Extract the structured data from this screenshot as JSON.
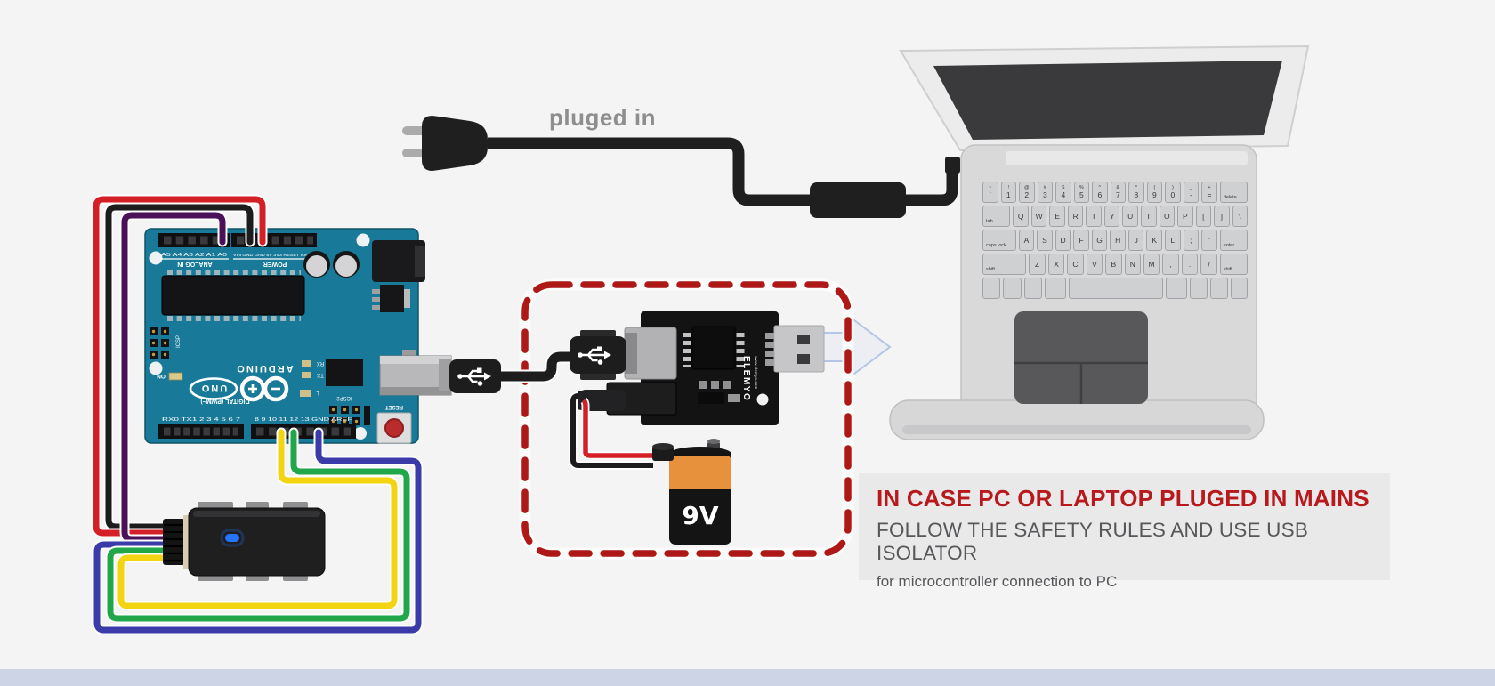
{
  "colors": {
    "background": "#f4f4f5",
    "footer_band": "#ccd4e6",
    "info_box_bg": "#e9e9ea",
    "headline_red": "#b8191d",
    "body_text_gray": "#58585a",
    "plug_label_gray": "#8e8e8e",
    "board_teal": "#187a98",
    "dashed_border_red": "#ae1917",
    "arrow_fill": "#eceef4",
    "arrow_stroke": "#b5c5e6",
    "battery_orange": "#e8913d",
    "laptop_screen": "#3a3a3c"
  },
  "wires": {
    "red": "#d51f26",
    "black": "#1c1c1c",
    "purple": "#4a1159",
    "blue": "#3a3aa8",
    "green": "#21a64a",
    "yellow": "#f2d510",
    "outline": "#fdfdfd"
  },
  "plug": {
    "label": "pluged in"
  },
  "info_box": {
    "line1": "IN CASE PC OR LAPTOP PLUGED IN MAINS",
    "line2": "FOLLOW THE SAFETY RULES AND USE USB ISOLATOR",
    "line3": "for microcontroller connection to PC"
  },
  "arduino": {
    "brand": "ARDUINO",
    "model": "UNO",
    "analog_section": "ANALOG IN",
    "power_section": "POWER",
    "digital_section": "DIGITAL (PWM~)",
    "analog_pins": "A5 A4 A3 A2 A1 A0",
    "power_pins": "VIN GND GND 5V 3V3 RESET IOREF",
    "digital_pins_left": "RX0 TX1 2 3 4 5 6 7",
    "digital_pins_right": "8 9 10 11 12 13 GND AREF",
    "on_label": "ON",
    "rx_label": "RX",
    "tx_label": "TX",
    "l_label": "L",
    "icsp_label": "ICSP",
    "icsp2_label": "ICSP2",
    "reset_label": "RESET"
  },
  "isolator": {
    "brand": "ELEMYO",
    "website": "www.elemyo.com"
  },
  "battery": {
    "label": "9V"
  },
  "laptop": {
    "keyboard_rows": [
      {
        "keys": [
          {
            "s": "~",
            "l": "`"
          },
          {
            "s": "!",
            "l": "1"
          },
          {
            "s": "@",
            "l": "2"
          },
          {
            "s": "#",
            "l": "3"
          },
          {
            "s": "$",
            "l": "4"
          },
          {
            "s": "%",
            "l": "5"
          },
          {
            "s": "^",
            "l": "6"
          },
          {
            "s": "&",
            "l": "7"
          },
          {
            "s": "*",
            "l": "8"
          },
          {
            "s": "(",
            "l": "9"
          },
          {
            "s": ")",
            "l": "0"
          },
          {
            "s": "_",
            "l": "-"
          },
          {
            "s": "+",
            "l": "="
          },
          {
            "l": "delete",
            "w": 1.7,
            "small": true
          }
        ]
      },
      {
        "keys": [
          {
            "l": "tab",
            "w": 1.7,
            "small": true
          },
          {
            "l": "Q"
          },
          {
            "l": "W"
          },
          {
            "l": "E"
          },
          {
            "l": "R"
          },
          {
            "l": "T"
          },
          {
            "l": "Y"
          },
          {
            "l": "U"
          },
          {
            "l": "I"
          },
          {
            "l": "O"
          },
          {
            "l": "P"
          },
          {
            "l": "["
          },
          {
            "l": "]"
          },
          {
            "l": "\\"
          }
        ]
      },
      {
        "keys": [
          {
            "l": "caps lock",
            "w": 2.1,
            "small": true
          },
          {
            "l": "A"
          },
          {
            "l": "S"
          },
          {
            "l": "D"
          },
          {
            "l": "F"
          },
          {
            "l": "G"
          },
          {
            "l": "H"
          },
          {
            "l": "J"
          },
          {
            "l": "K"
          },
          {
            "l": "L"
          },
          {
            "l": ";"
          },
          {
            "l": "'"
          },
          {
            "l": "enter",
            "w": 1.7,
            "small": true
          }
        ]
      },
      {
        "keys": [
          {
            "l": "shift",
            "w": 2.7,
            "small": true
          },
          {
            "l": "Z"
          },
          {
            "l": "X"
          },
          {
            "l": "C"
          },
          {
            "l": "V"
          },
          {
            "l": "B"
          },
          {
            "l": "N"
          },
          {
            "l": "M"
          },
          {
            "l": ","
          },
          {
            "l": "."
          },
          {
            "l": "/"
          },
          {
            "l": "shift",
            "w": 1.6,
            "small": true
          }
        ]
      },
      {
        "keys": [
          {
            "l": "",
            "w": 1
          },
          {
            "l": "",
            "w": 1
          },
          {
            "l": "",
            "w": 1
          },
          {
            "l": "",
            "w": 1.2
          },
          {
            "l": "",
            "w": 5.6
          },
          {
            "l": "",
            "w": 1.2
          },
          {
            "l": "",
            "w": 1
          },
          {
            "l": "",
            "w": 0.95
          },
          {
            "l": "",
            "w": 0.95
          }
        ]
      }
    ]
  }
}
